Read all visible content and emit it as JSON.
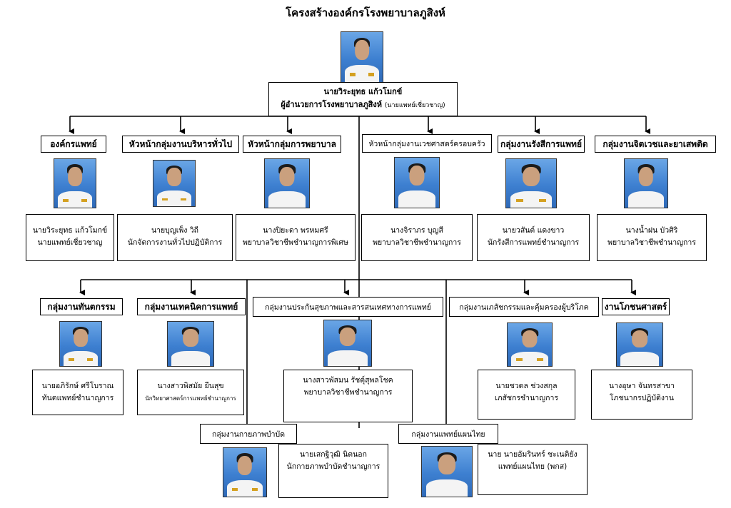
{
  "title": "โครงสร้างองค์กรโรงพยาบาลภูสิงห์",
  "director": {
    "name": "นายวิระยุทธ  แก้วโมกข์",
    "position": "ผู้อำนวยการโรงพยาบาลภูสิงห์",
    "position_note": "(นายแพทย์เชี่ยวชาญ)"
  },
  "row1": [
    {
      "header": "องค์กรแพทย์",
      "name": "นายวิระยุทธ แก้วโมกข์",
      "position": "นายแพทย์เชี่ยวชาญ"
    },
    {
      "header": "หัวหน้ากลุ่มงานบริหารทั่วไป",
      "name": "นายบุญเพ็ง  วิถี",
      "position": "นักจัดการงานทั่วไปปฏิบัติการ"
    },
    {
      "header": "หัวหน้ากลุ่มการพยาบาล",
      "name": "นางปิยะดา  พรหมศรี",
      "position": "พยาบาลวิชาชีพชำนาญการพิเศษ"
    },
    {
      "header": "หัวหน้ากลุ่มงานเวชศาสตร์ครอบครัว",
      "name": "นางจิราภร  บุญสี",
      "position": "พยาบาลวิชาชีพชำนาญการ"
    },
    {
      "header": "กลุ่มงานรังสีการแพทย์",
      "name": "นายวสันต์  แดงขาว",
      "position": "นักรังสีการแพทย์ชำนาญการ"
    },
    {
      "header": "กลุ่มงานจิตเวชและยาเสพติด",
      "name": "นางน้ำฝน  บัวศิริ",
      "position": "พยาบาลวิชาชีพชำนาญการ"
    }
  ],
  "row2": [
    {
      "header": "กลุ่มงานทันตกรรม",
      "name": "นายอภิรักษ์  ศรีโบราณ",
      "position": "ทันตแพทย์ชำนาญการ"
    },
    {
      "header": "กลุ่มงานเทคนิคการแพทย์",
      "name": "นางสาวพิสมัย ยืนสุข",
      "position": "นักวิทยาศาสตร์การแพทย์ชำนาญการ"
    },
    {
      "header": "กลุ่มงานประกันสุขภาพและสารสนเทศทางการแพทย์",
      "name": "นางสาวพัสมน รัชตุ์สุพลโชค",
      "position": "พยาบาลวิชาชีพชำนาญการ"
    },
    {
      "header": "กลุ่มงานเภสัชกรรมและคุ้มครองผู้บริโภค",
      "name": "นายชวดล ช่วงสกุล",
      "position": "เภสัชกรชำนาญการ"
    },
    {
      "header": "งานโภชนศาสตร์",
      "name": "นางอุษา จันทรสาขา",
      "position": "โภชนากรปฏิบัติงาน"
    }
  ],
  "row3": [
    {
      "header": "กลุ่มงานกายภาพบำบัด",
      "name": "นายเสกฐิวุฒิ นิตนอก",
      "position": "นักกายภาพบำบัดชำนาญการ"
    },
    {
      "header": "กลุ่มงานแพทย์แผนไทย",
      "name": "นาย นายอัมรินทร์  ชะเนติยัง",
      "position": "แพทย์แผนไทย (พกส)"
    }
  ],
  "colors": {
    "line": "#000000",
    "photo_bg": "#3d7fd0",
    "uniform": "#f4f4f4"
  }
}
